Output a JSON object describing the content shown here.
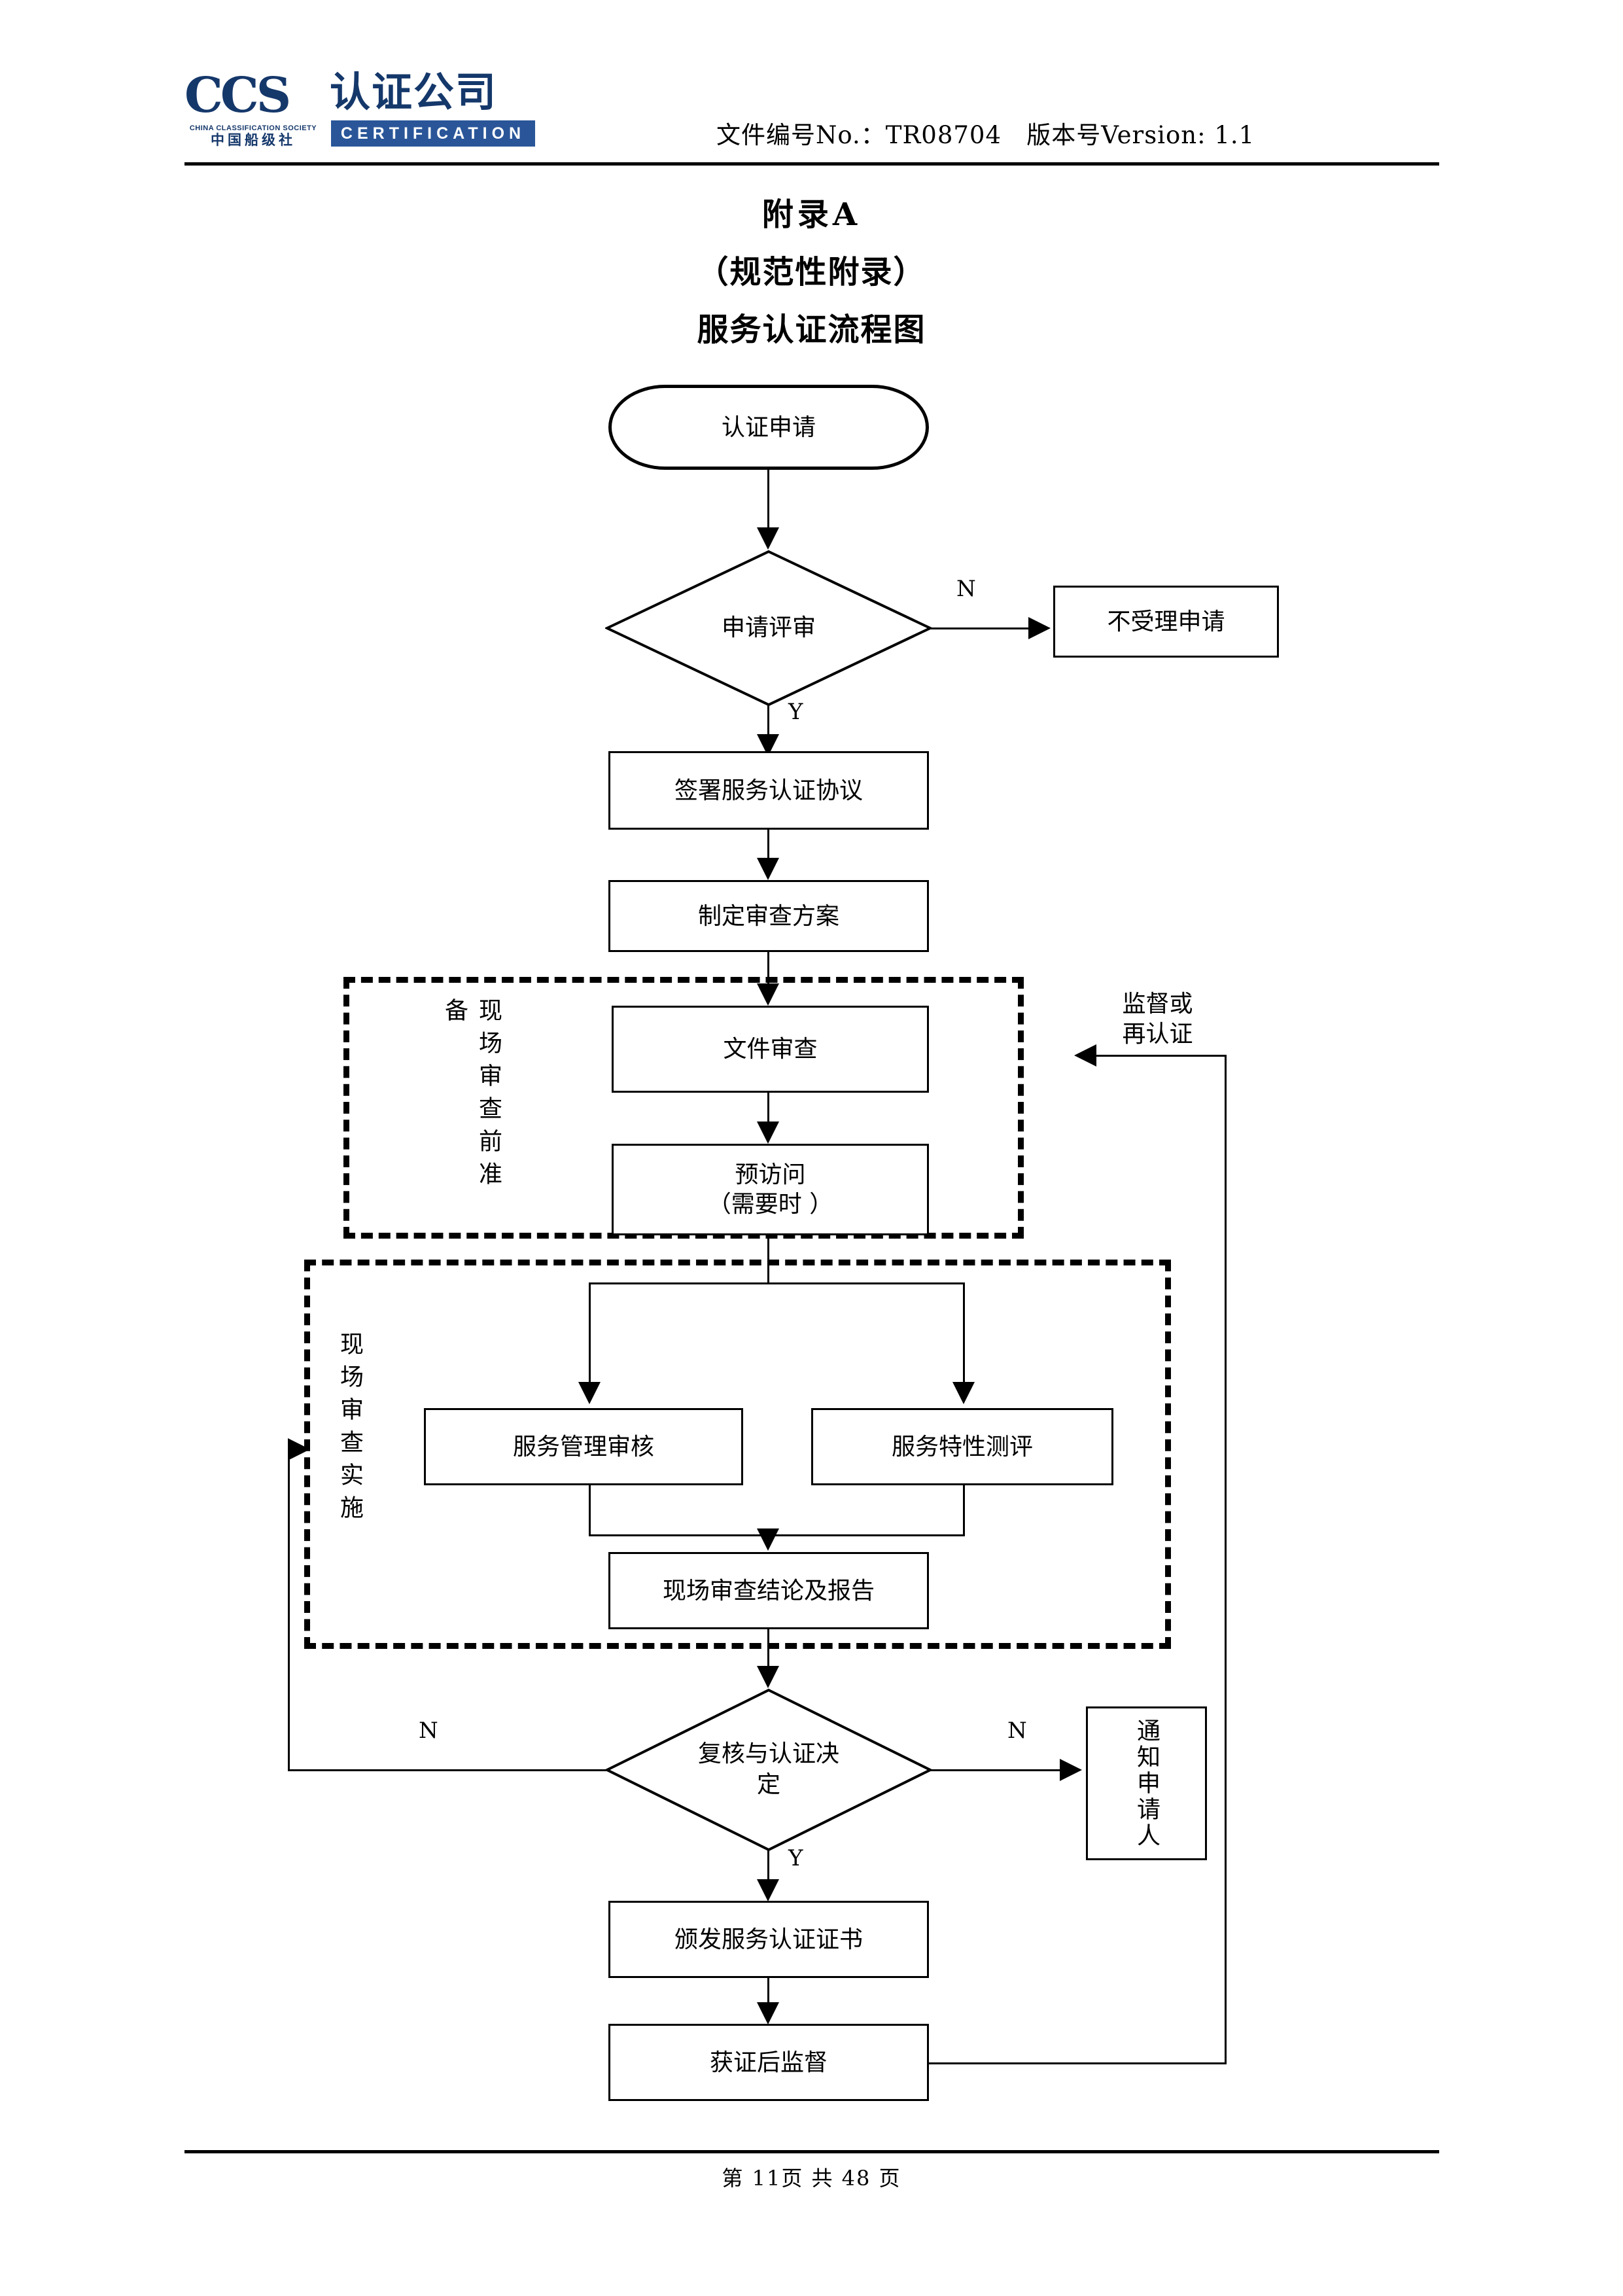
{
  "header": {
    "logo": {
      "mark": "CCS",
      "english_small": "CHINA CLASSIFICATION SOCIETY",
      "chinese_small": "中国船级社",
      "chinese_big": "认证公司",
      "banner": "CERTIFICATION"
    },
    "doc_meta": "文件编号No.：TR08704   版本号Version: 1.1"
  },
  "title": {
    "line1": "附录A",
    "line2": "（规范性附录）",
    "line3": "服务认证流程图"
  },
  "flow": {
    "nodes": {
      "start": "认证申请",
      "review_decision": "申请评审",
      "reject": "不受理申请",
      "sign_agreement": "签署服务认证协议",
      "plan": "制定审查方案",
      "doc_review": "文件审查",
      "pre_visit": "预访问\n（需要时 ）",
      "mgmt_audit": "服务管理审核",
      "feature_eval": "服务特性测评",
      "onsite_report": "现场审查结论及报告",
      "final_decision": "复核与认证决\n定",
      "notify": "通知申请人",
      "issue_cert": "颁发服务认证证书",
      "surveillance": "获证后监督"
    },
    "groups": {
      "prep": "现场审查前准备",
      "implement": "现场审查实施"
    },
    "annotations": {
      "recert": "监督或\n再认证"
    },
    "branch_labels": {
      "review_n": "N",
      "review_y": "Y",
      "decision_n_left": "N",
      "decision_n_right": "N",
      "decision_y": "Y"
    }
  },
  "footer": {
    "page_info": "第 11页   共 48 页"
  },
  "colors": {
    "logo_blue": "#15386b",
    "logo_banner": "#2a5699",
    "logo_red": "#c0342c",
    "line": "#000000"
  }
}
